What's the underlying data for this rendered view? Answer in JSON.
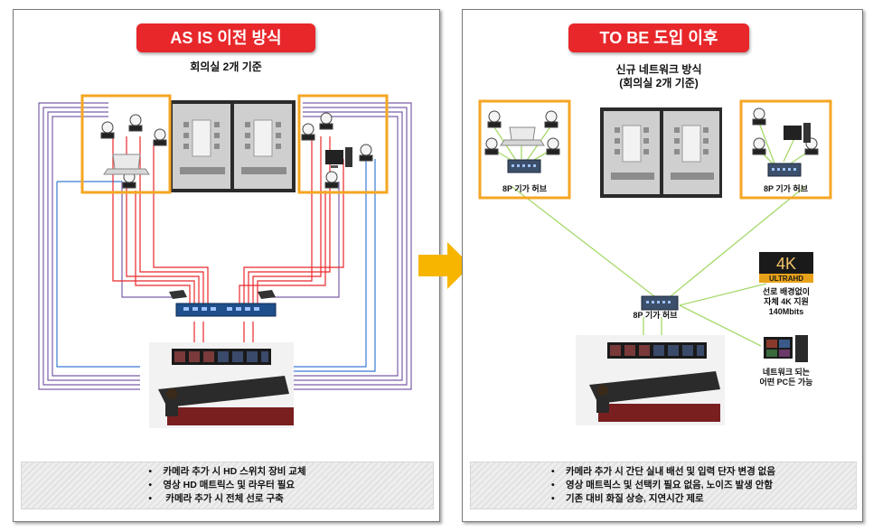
{
  "left": {
    "title": "AS IS 이전 방식",
    "subtitle": "회의실 2개 기준",
    "bullets": [
      "카메라 추가 시 HD 스위치 장비  교체",
      "영상 HD 매트릭스 및 라우터 필요",
      " 카메라 추가 시 전체 선로 구축"
    ]
  },
  "right": {
    "title": "TO BE 도입 이후",
    "subtitle_line1": "신규 네트워크 방식",
    "subtitle_line2": "(회의실 2개 기준)",
    "hub_left_label": "8P 기가 허브",
    "hub_right_label": "8P 기가 허브",
    "hub_center_label": "8P 기가 허브",
    "badge_4k": "4K",
    "badge_ultrahd": "ULTRAHD",
    "note_4k_line1": "선로 배경없이",
    "note_4k_line2": "자체 4K 지원",
    "note_4k_line3": "140Mbits",
    "note_pc_line1": "네트워크 되는",
    "note_pc_line2": "어떤 PC든 가능",
    "bullets": [
      "카메라 추가 시  간단 실내 배선 및 입력 단자 변경 없음",
      "영상 매트릭스 및 선택키 필요 없음, 노이즈 발생 안함",
      "기존 대비 화질 상승, 지연시간 제로"
    ]
  },
  "colors": {
    "accent_red": "#e8272b",
    "highlight_orange": "#f5a623",
    "arrow_yellow": "#f7b500",
    "network_green": "#a6d96a",
    "cable_red": "#e8272b",
    "cable_purple": "#7b5ea7",
    "cable_blue": "#3a7bd5"
  }
}
